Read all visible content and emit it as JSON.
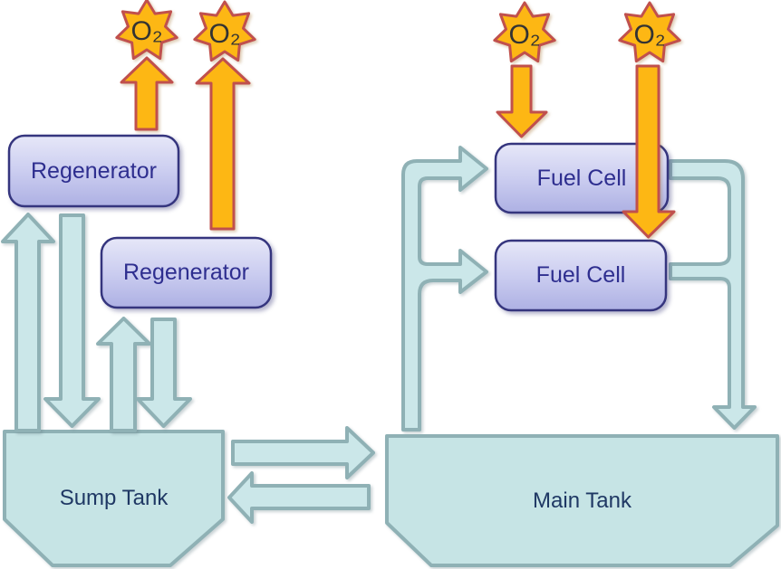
{
  "diagram": {
    "left_system": {
      "regenerator_1": {
        "label": "Regenerator"
      },
      "regenerator_2": {
        "label": "Regenerator"
      },
      "sump_tank": {
        "label": "Sump Tank"
      },
      "o2_out_1": {
        "label": "O₂"
      },
      "o2_out_2": {
        "label": "O₂"
      }
    },
    "right_system": {
      "fuel_cell_1": {
        "label": "Fuel Cell"
      },
      "fuel_cell_2": {
        "label": "Fuel Cell"
      },
      "main_tank": {
        "label": "Main Tank"
      },
      "o2_in_1": {
        "label": "O₂"
      },
      "o2_in_2": {
        "label": "O₂"
      }
    },
    "colors": {
      "flow_fill": "#cbe7e9",
      "flow_stroke": "#8fb1b5",
      "tank_fill": "#c6e4e5",
      "tank_stroke": "#8fb1b5",
      "oxygen_fill": "#fdb714",
      "oxygen_stroke": "#c0504d",
      "node_stroke": "#35357e",
      "node_text": "#2e2e8f",
      "tank_text": "#1f3864",
      "oxygen_text": "#333333"
    }
  }
}
